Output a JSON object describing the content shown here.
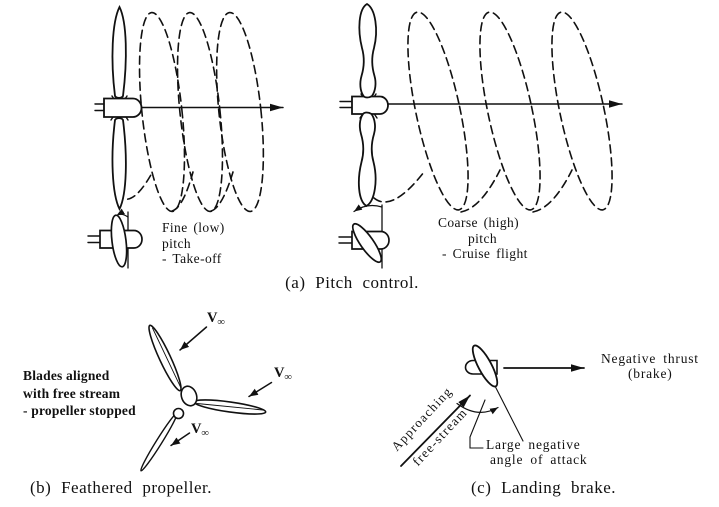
{
  "figure": {
    "colors": {
      "background": "#ffffff",
      "ink": "#111111"
    },
    "pitch_control": {
      "caption": "(a) Pitch control.",
      "fine_label": {
        "line1": "Fine (low)",
        "line2": "pitch",
        "line3": "- Take-off"
      },
      "coarse_label": {
        "line1": "Coarse (high)",
        "line2": "pitch",
        "line3": "- Cruise flight"
      }
    },
    "feathered": {
      "caption": "(b) Feathered propeller.",
      "note": {
        "line1": "Blades aligned",
        "line2": "with free stream",
        "line3": "- propeller stopped"
      },
      "velocity_symbol": {
        "base": "V",
        "sub": "∞"
      }
    },
    "landing_brake": {
      "caption": "(c) Landing brake.",
      "thrust_label": {
        "line1": "Negative thrust",
        "line2": "(brake)"
      },
      "freestream_label": {
        "line1": "Approaching",
        "line2": "free-stream"
      },
      "aoa_label": {
        "line1": "Large negative",
        "line2": "angle of attack"
      }
    }
  }
}
